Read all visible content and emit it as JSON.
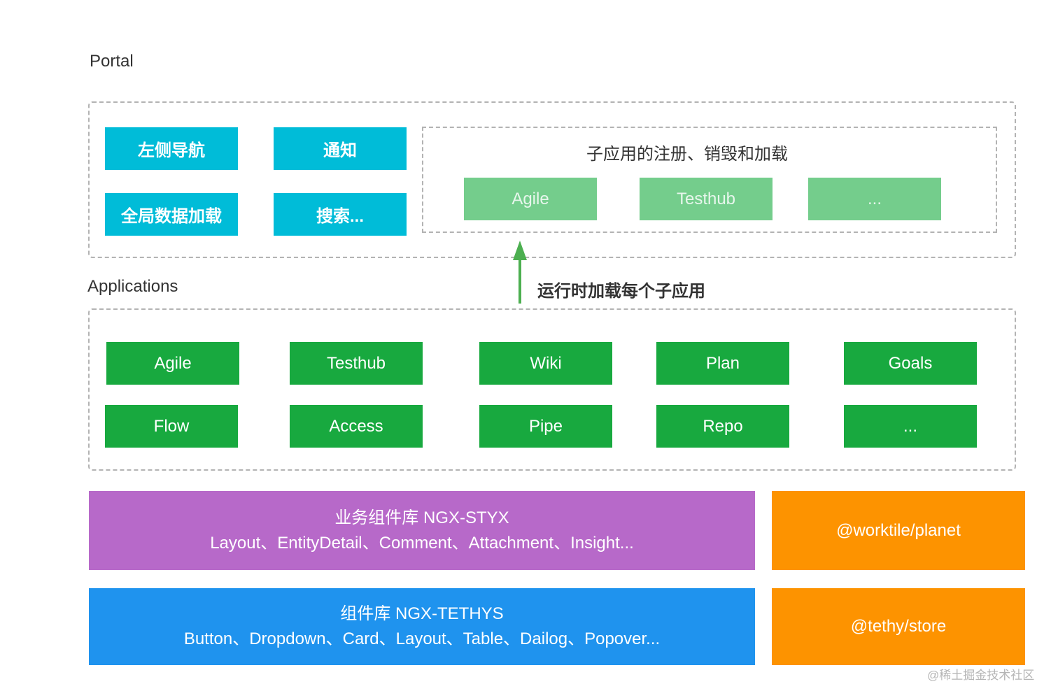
{
  "portal": {
    "label": "Portal",
    "features": [
      "左侧导航",
      "通知",
      "全局数据加载",
      "搜索..."
    ],
    "registry": {
      "title": "子应用的注册、销毁和加载",
      "apps": [
        "Agile",
        "Testhub",
        "..."
      ]
    }
  },
  "runtime_arrow": {
    "label": "运行时加载每个子应用",
    "color": "#4caf50"
  },
  "applications": {
    "label": "Applications",
    "apps": [
      "Agile",
      "Testhub",
      "Wiki",
      "Plan",
      "Goals",
      "Flow",
      "Access",
      "Pipe",
      "Repo",
      "..."
    ]
  },
  "libraries": {
    "styx": {
      "title": "业务组件库 NGX-STYX",
      "items": "Layout、EntityDetail、Comment、Attachment、Insight..."
    },
    "planet": {
      "label": "@worktile/planet"
    },
    "tethys": {
      "title": "组件库 NGX-TETHYS",
      "items": "Button、Dropdown、Card、Layout、Table、Dailog、Popover..."
    },
    "store": {
      "label": "@tethy/store"
    }
  },
  "watermark": "@稀土掘金技术社区",
  "colors": {
    "cyan": "#00bcd8",
    "light_green": "#74cd8c",
    "green": "#18a93f",
    "purple": "#b769c9",
    "blue": "#1f93ee",
    "orange": "#fd9300",
    "dash_border": "#b3b3b3"
  }
}
